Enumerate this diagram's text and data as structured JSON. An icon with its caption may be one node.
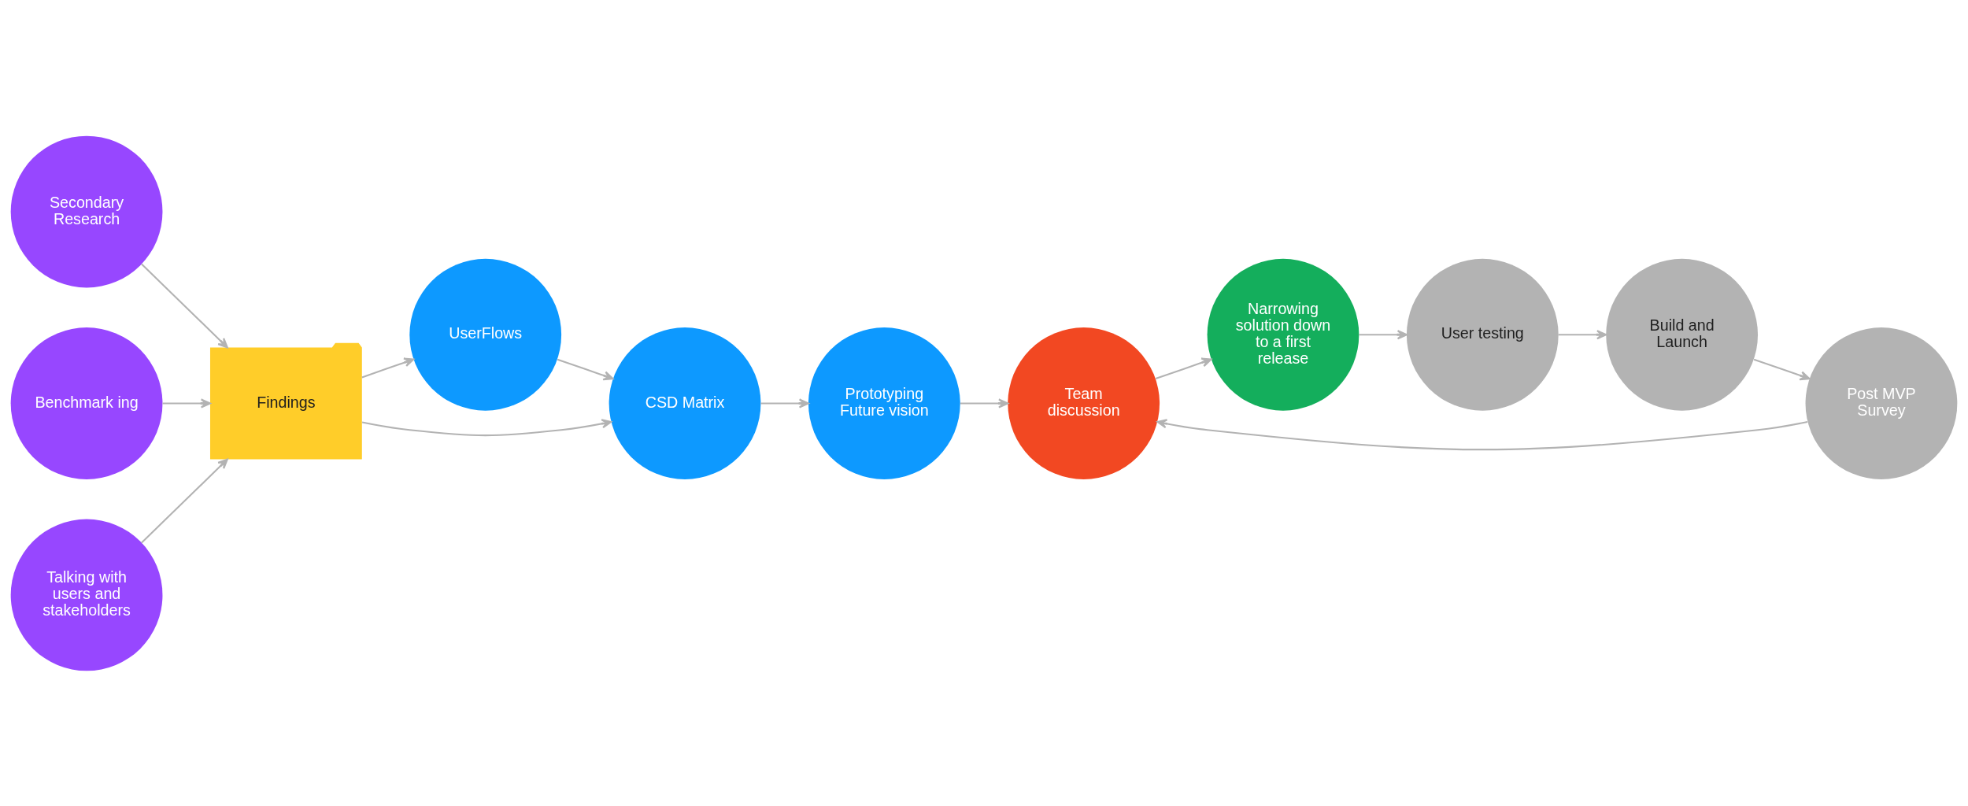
{
  "diagram": {
    "nodes": [
      {
        "text": [
          "Secondary Research"
        ]
      },
      {
        "text": [
          "Benchmark ing"
        ]
      },
      {
        "text": [
          "Talking with users and stakeholders"
        ]
      },
      {
        "text": [
          "Findings"
        ]
      },
      {
        "text": [
          "UserFlows"
        ]
      },
      {
        "text": [
          "CSD Matrix"
        ]
      },
      {
        "text": [
          "Prototyping Future vision"
        ]
      },
      {
        "text": [
          "Team discussion"
        ]
      },
      {
        "text": [
          "Narrowing solution down to a first release"
        ]
      },
      {
        "text": [
          "Post MVP Survey"
        ]
      },
      {
        "text": [
          "User testing"
        ]
      },
      {
        "text": [
          "Build and Launch"
        ]
      }
    ],
    "edges": [
      {
        "from": 0,
        "to": 3,
        "arrow": "to"
      },
      {
        "from": 1,
        "to": 3,
        "arrow": "to"
      },
      {
        "from": 2,
        "to": 3,
        "arrow": "to"
      },
      {
        "from": 3,
        "to": 4,
        "arrow": "to"
      },
      {
        "from": 3,
        "to": 5,
        "arrow": "to"
      },
      {
        "from": 4,
        "to": 5,
        "arrow": "to"
      },
      {
        "from": 5,
        "to": 6,
        "arrow": "to"
      },
      {
        "from": 6,
        "to": 7,
        "arrow": "to"
      },
      {
        "from": 7,
        "to": 8,
        "arrow": "to"
      },
      {
        "from": 8,
        "to": 10,
        "arrow": "to"
      },
      {
        "from": 10,
        "to": 11,
        "arrow": "to"
      },
      {
        "from": 11,
        "to": 9,
        "arrow": "to"
      },
      {
        "from": 9,
        "to": 7,
        "arrow": "to"
      }
    ]
  }
}
